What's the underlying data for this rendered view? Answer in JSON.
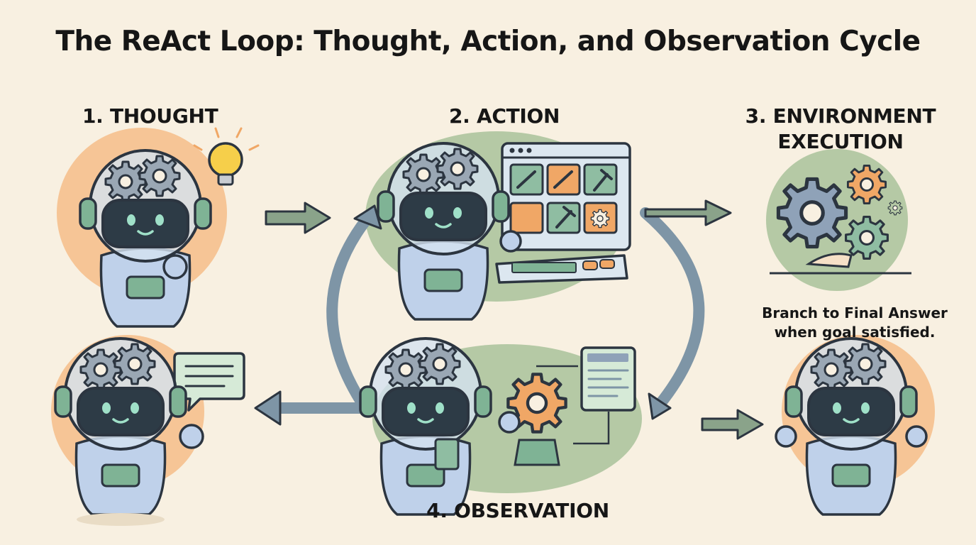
{
  "title": "The ReAct Loop: Thought, Action, and Observation Cycle",
  "steps": {
    "thought": "1. THOUGHT",
    "action": "2. ACTION",
    "environment_line1": "3. ENVIRONMENT",
    "environment_line2": "EXECUTION",
    "observation": "4. OBSERVATION"
  },
  "branch_note": {
    "line1": "Branch to Final Answer",
    "line2": "when goal satisfied."
  },
  "colors": {
    "background": "#f8f0e1",
    "peach": "#f6c596",
    "sage": "#b5c9a5",
    "robot_body": "#bfd1ea",
    "robot_panel": "#7fb395",
    "visor": "#2d3b46",
    "arrow_green": "#8aa38a",
    "arrow_blue": "#7e95a6",
    "gear_orange": "#f0a766",
    "bulb": "#f6cf4a"
  },
  "icons": [
    "lightbulb-icon",
    "gear-icon",
    "wrench-icon",
    "hammer-icon",
    "speech-bubble-icon",
    "document-icon",
    "keyboard-icon",
    "monitor-icon"
  ]
}
